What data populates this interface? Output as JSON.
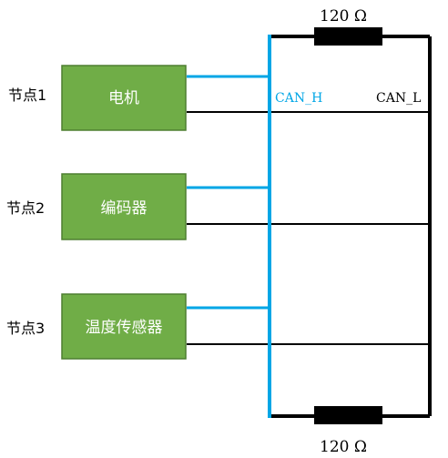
{
  "diagram": {
    "nodes": [
      {
        "node_label": "节点1",
        "device_label": "电机"
      },
      {
        "node_label": "节点2",
        "device_label": "编码器"
      },
      {
        "node_label": "节点3",
        "device_label": "温度传感器"
      }
    ],
    "bus": {
      "can_h_label": "CAN_H",
      "can_l_label": "CAN_L"
    },
    "terminators": {
      "top_label": "120 Ω",
      "bottom_label": "120 Ω"
    },
    "colors": {
      "can_h": "#00A6E6",
      "can_l": "#000000",
      "box_fill": "#70AD47",
      "box_stroke": "#4E7F31",
      "box_text": "#FFFFFF",
      "resistor": "#000000",
      "text": "#000000"
    }
  }
}
